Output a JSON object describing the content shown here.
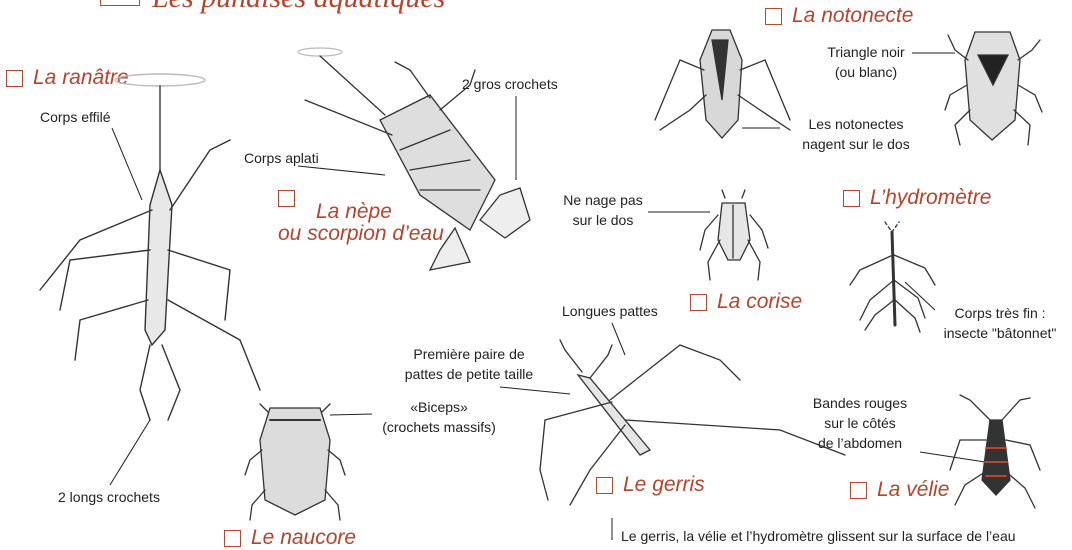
{
  "title": "Les punaises aquatiques",
  "species": {
    "ranatre": "La ranâtre",
    "nepe_line1": "La nèpe",
    "nepe_line2": "ou scorpion d’eau",
    "notonecte": "La notonecte",
    "hydrometre": "L’hydromètre",
    "corise": "La corise",
    "gerris": "Le gerris",
    "velie": "La vélie",
    "naucore": "Le naucore"
  },
  "annotations": {
    "corps_effile": "Corps effilé",
    "longs_crochets": "2 longs crochets",
    "corps_aplati": "Corps aplati",
    "gros_crochets": "2 gros crochets",
    "triangle_1": "Triangle noir",
    "triangle_2": "(ou blanc)",
    "nagent_1": "Les notonectes",
    "nagent_2": "nagent sur le dos",
    "nage_pas_1": "Ne nage pas",
    "nage_pas_2": "sur le dos",
    "tres_fin_1": "Corps très fin :",
    "tres_fin_2": "insecte \"bâtonnet\"",
    "longues_pattes": "Longues pattes",
    "premiere_paire_1": "Première paire de",
    "premiere_paire_2": "pattes de petite taille",
    "biceps_1": "«Biceps»",
    "biceps_2": "(crochets massifs)",
    "bandes_1": "Bandes rouges",
    "bandes_2": "sur le côtés",
    "bandes_3": "de l’abdomen",
    "glissent": "Le gerris, la vélie et l’hydromètre glissent sur la surface de l’eau"
  },
  "colors": {
    "accent": "#b8432a",
    "ink": "#222222"
  }
}
